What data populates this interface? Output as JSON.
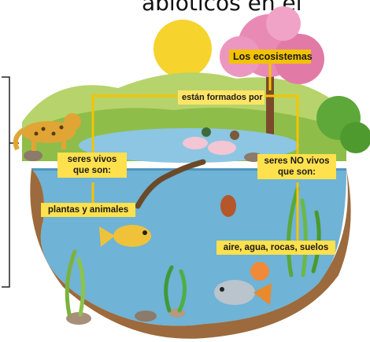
{
  "header": {
    "partial_text": "abióticos en el"
  },
  "diagram": {
    "title": "Los ecosistemas",
    "connector": "están formados por",
    "living": "seres vivos que son:",
    "living_items": "plantas y animales",
    "nonliving": "seres NO vivos que son:",
    "nonliving_items": "aire, agua, rocas, suelos"
  },
  "colors": {
    "label_fill": "#ffe14d",
    "title_fill": "#f2c200",
    "line_color": "#f5c400",
    "water": "#6fb3d6",
    "sky": "#ffffff",
    "sun": "#f6d32d",
    "tree": "#e98ab5",
    "grass": "#7cb342",
    "soil": "#9c6a3c"
  },
  "icons": [
    "sun-icon",
    "jaguar-icon",
    "duck-icon",
    "eel-icon",
    "fish-icon",
    "crab-icon",
    "plant-icon",
    "tree-icon",
    "rock-icon"
  ]
}
